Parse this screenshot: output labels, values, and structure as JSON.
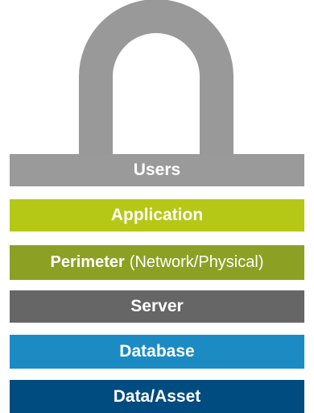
{
  "colors": {
    "shackle": "#999999",
    "users": "#9a9a9a",
    "application": "#b6c816",
    "perimeter": "#8ca123",
    "server": "#666666",
    "database": "#1c8bc4",
    "data_asset": "#004b7f"
  },
  "layers": [
    {
      "label": "Users"
    },
    {
      "label": "Application"
    },
    {
      "label": "Perimeter",
      "sublabel": "(Network/Physical)"
    },
    {
      "label": "Server"
    },
    {
      "label": "Database"
    },
    {
      "label": "Data/Asset"
    }
  ]
}
